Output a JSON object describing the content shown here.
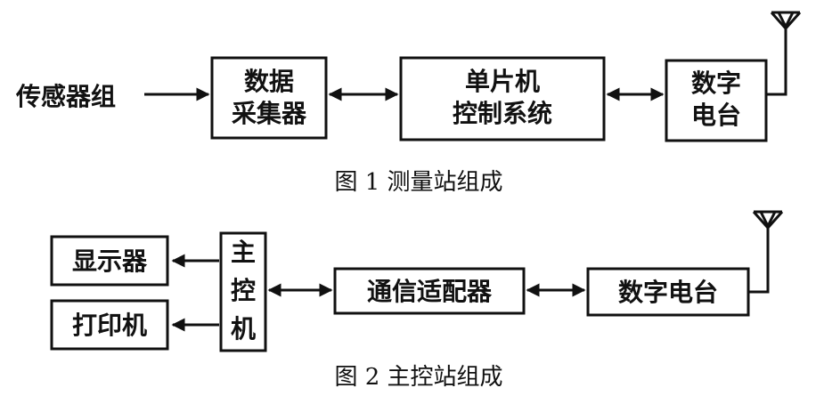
{
  "figure1": {
    "source_label": "传感器组",
    "boxes": {
      "data_acquisition": [
        "数据",
        "采集器"
      ],
      "mcu_control": [
        "单片机",
        "控制系统"
      ],
      "digital_radio": [
        "数字",
        "电台"
      ]
    },
    "caption": "图 1  测量站组成"
  },
  "figure2": {
    "boxes": {
      "display": "显示器",
      "printer": "打印机",
      "host": [
        "主",
        "控",
        "机"
      ],
      "comm_adapter": "通信适配器",
      "digital_radio": "数字电台"
    },
    "caption": "图 2  主控站组成"
  }
}
